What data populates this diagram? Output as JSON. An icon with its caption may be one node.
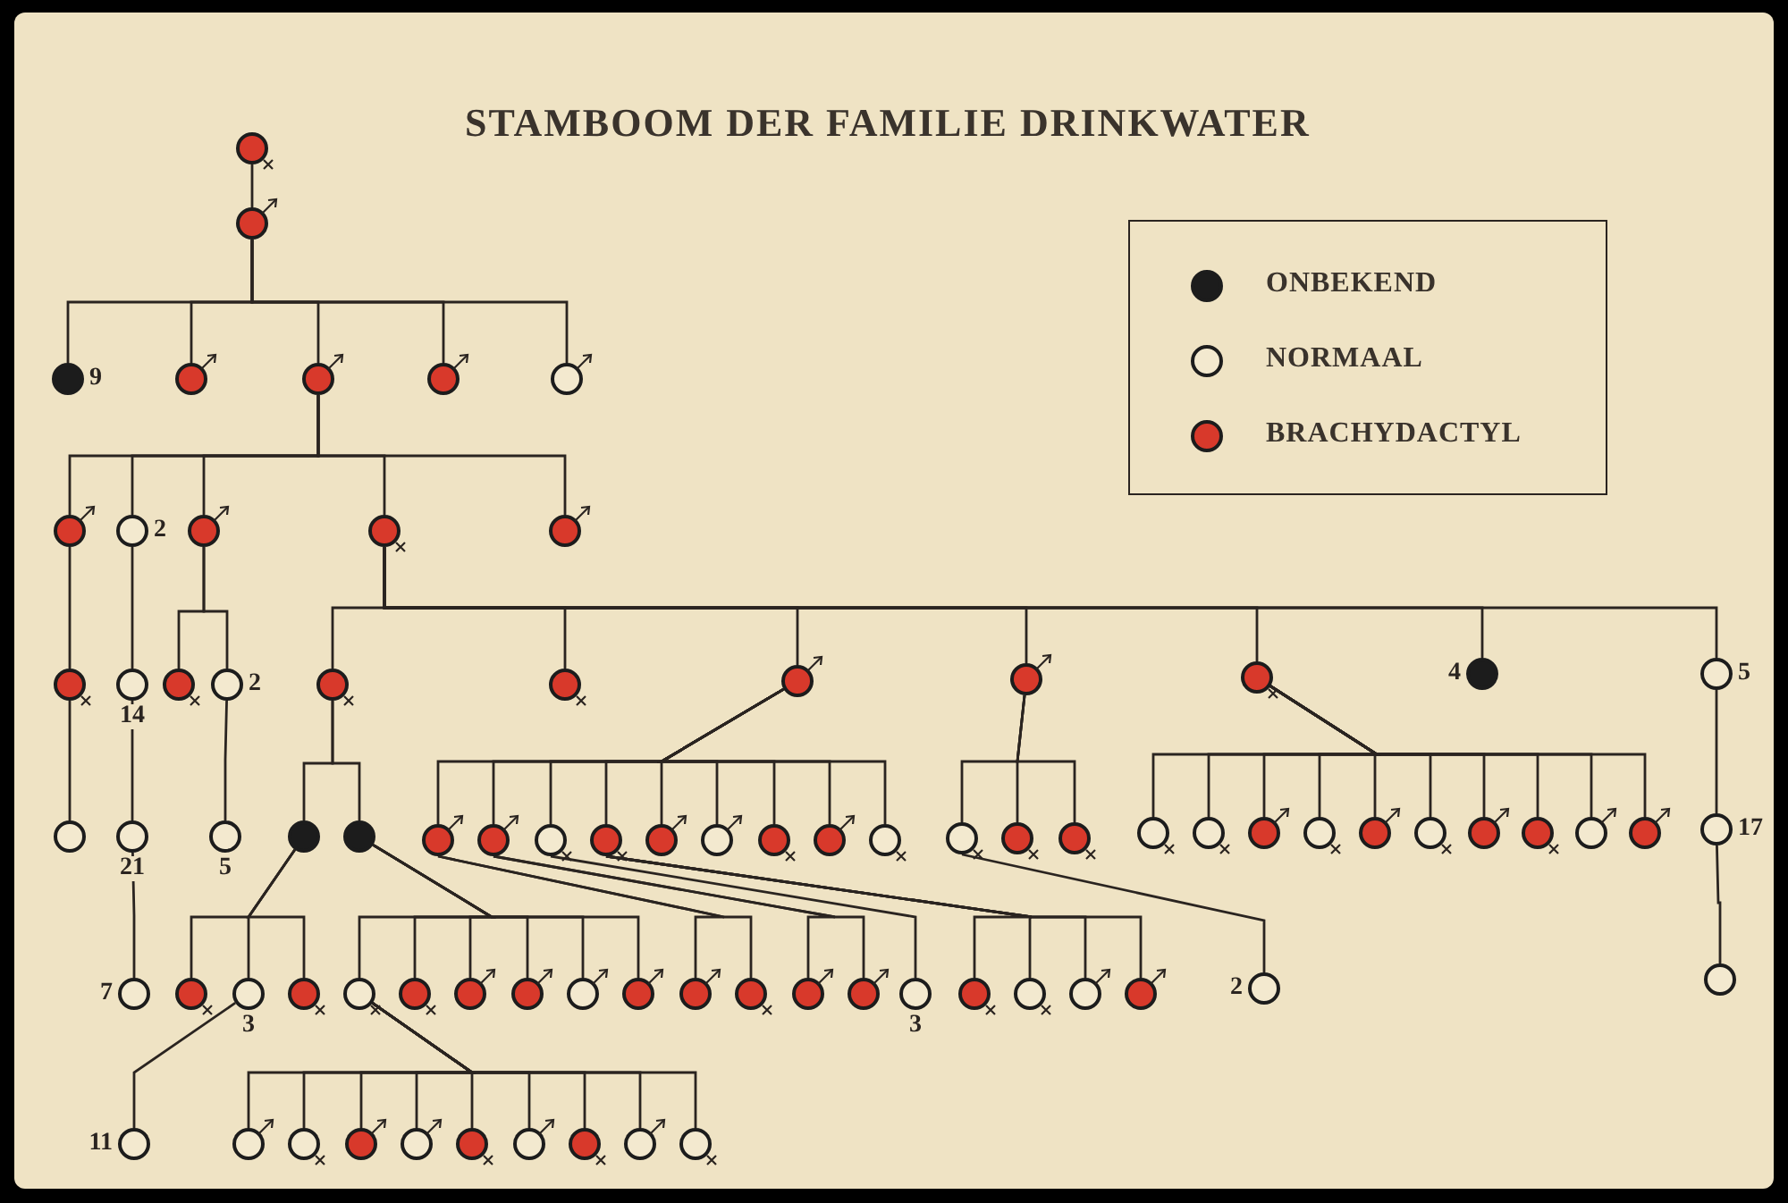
{
  "diagram": {
    "title": "STAMBOOM DER FAMILIE DRINKWATER",
    "nodes": [
      {
        "text": [],
        "shape": "circle"
      },
      {
        "text": [],
        "shape": "circle"
      },
      {
        "text": [],
        "shape": "circle",
        "beside": [
          "9"
        ]
      },
      {
        "text": [],
        "shape": "circle"
      },
      {
        "text": [],
        "shape": "circle"
      },
      {
        "text": [],
        "shape": "circle"
      },
      {
        "text": [],
        "shape": "circle"
      },
      {
        "text": [],
        "shape": "circle"
      },
      {
        "text": [],
        "shape": "circle",
        "beside": [
          "2"
        ]
      },
      {
        "text": [],
        "shape": "circle"
      },
      {
        "text": [],
        "shape": "circle"
      },
      {
        "text": [],
        "shape": "circle"
      },
      {
        "text": [],
        "shape": "circle"
      },
      {
        "text": [],
        "shape": "circle",
        "beside": [
          "14"
        ]
      },
      {
        "text": [],
        "shape": "circle"
      },
      {
        "text": [],
        "shape": "circle",
        "beside": [
          "2"
        ]
      },
      {
        "text": [],
        "shape": "circle"
      },
      {
        "text": [],
        "shape": "circle"
      },
      {
        "text": [],
        "shape": "circle"
      },
      {
        "text": [],
        "shape": "circle"
      },
      {
        "text": [],
        "shape": "circle"
      },
      {
        "text": [],
        "shape": "circle",
        "beside": [
          "4"
        ]
      },
      {
        "text": [],
        "shape": "circle",
        "beside": [
          "5"
        ]
      },
      {
        "text": [],
        "shape": "circle"
      },
      {
        "text": [],
        "shape": "circle",
        "beside": [
          "21"
        ]
      },
      {
        "text": [],
        "shape": "circle",
        "beside": [
          "5"
        ]
      },
      {
        "text": [],
        "shape": "circle"
      },
      {
        "text": [],
        "shape": "circle"
      },
      {
        "text": [],
        "shape": "circle"
      },
      {
        "text": [],
        "shape": "circle"
      },
      {
        "text": [],
        "shape": "circle"
      },
      {
        "text": [],
        "shape": "circle"
      },
      {
        "text": [],
        "shape": "circle"
      },
      {
        "text": [],
        "shape": "circle"
      },
      {
        "text": [],
        "shape": "circle"
      },
      {
        "text": [],
        "shape": "circle"
      },
      {
        "text": [],
        "shape": "circle"
      },
      {
        "text": [],
        "shape": "circle"
      },
      {
        "text": [],
        "shape": "circle"
      },
      {
        "text": [],
        "shape": "circle"
      },
      {
        "text": [],
        "shape": "circle"
      },
      {
        "text": [],
        "shape": "circle"
      },
      {
        "text": [],
        "shape": "circle"
      },
      {
        "text": [],
        "shape": "circle"
      },
      {
        "text": [],
        "shape": "circle"
      },
      {
        "text": [],
        "shape": "circle"
      },
      {
        "text": [],
        "shape": "circle"
      },
      {
        "text": [],
        "shape": "circle"
      },
      {
        "text": [],
        "shape": "circle"
      },
      {
        "text": [],
        "shape": "circle"
      },
      {
        "text": [],
        "shape": "circle",
        "beside": [
          "17"
        ]
      },
      {
        "text": [],
        "shape": "circle"
      },
      {
        "text": [],
        "shape": "circle",
        "beside": [
          "7"
        ]
      },
      {
        "text": [],
        "shape": "circle"
      },
      {
        "text": [],
        "shape": "circle",
        "beside": [
          "3"
        ]
      },
      {
        "text": [],
        "shape": "circle"
      },
      {
        "text": [],
        "shape": "circle"
      },
      {
        "text": [],
        "shape": "circle"
      },
      {
        "text": [],
        "shape": "circle"
      },
      {
        "text": [],
        "shape": "circle"
      },
      {
        "text": [],
        "shape": "circle"
      },
      {
        "text": [],
        "shape": "circle"
      },
      {
        "text": [],
        "shape": "circle"
      },
      {
        "text": [],
        "shape": "circle"
      },
      {
        "text": [],
        "shape": "circle"
      },
      {
        "text": [],
        "shape": "circle"
      },
      {
        "text": [],
        "shape": "circle",
        "beside": [
          "3"
        ]
      },
      {
        "text": [],
        "shape": "circle"
      },
      {
        "text": [],
        "shape": "circle"
      },
      {
        "text": [],
        "shape": "circle"
      },
      {
        "text": [],
        "shape": "circle"
      },
      {
        "text": [],
        "shape": "circle",
        "beside": [
          "2"
        ]
      },
      {
        "text": [],
        "shape": "circle",
        "beside": [
          "11"
        ]
      },
      {
        "text": [],
        "shape": "circle"
      },
      {
        "text": [],
        "shape": "circle"
      },
      {
        "text": [],
        "shape": "circle"
      },
      {
        "text": [],
        "shape": "circle"
      },
      {
        "text": [],
        "shape": "circle"
      },
      {
        "text": [],
        "shape": "circle"
      },
      {
        "text": [],
        "shape": "circle"
      },
      {
        "text": [],
        "shape": "circle"
      },
      {
        "text": [],
        "shape": "circle"
      }
    ],
    "edges": [
      {
        "from": 0,
        "to": 1,
        "arrow": "none"
      },
      {
        "from": 1,
        "to": 2,
        "arrow": "none"
      },
      {
        "from": 1,
        "to": 3,
        "arrow": "none"
      },
      {
        "from": 1,
        "to": 4,
        "arrow": "none"
      },
      {
        "from": 1,
        "to": 5,
        "arrow": "none"
      },
      {
        "from": 1,
        "to": 6,
        "arrow": "none"
      },
      {
        "from": 4,
        "to": 7,
        "arrow": "none"
      },
      {
        "from": 4,
        "to": 8,
        "arrow": "none"
      },
      {
        "from": 4,
        "to": 9,
        "arrow": "none"
      },
      {
        "from": 4,
        "to": 10,
        "arrow": "none"
      },
      {
        "from": 4,
        "to": 11,
        "arrow": "none"
      },
      {
        "from": 7,
        "to": 12,
        "arrow": "none"
      },
      {
        "from": 8,
        "to": 13,
        "arrow": "none"
      },
      {
        "from": 9,
        "to": 14,
        "arrow": "none"
      },
      {
        "from": 9,
        "to": 15,
        "arrow": "none"
      },
      {
        "from": 10,
        "to": 16,
        "arrow": "none"
      },
      {
        "from": 10,
        "to": 17,
        "arrow": "none"
      },
      {
        "from": 10,
        "to": 18,
        "arrow": "none"
      },
      {
        "from": 10,
        "to": 19,
        "arrow": "none"
      },
      {
        "from": 10,
        "to": 20,
        "arrow": "none"
      },
      {
        "from": 10,
        "to": 21,
        "arrow": "none"
      },
      {
        "from": 10,
        "to": 22,
        "arrow": "none"
      },
      {
        "from": 12,
        "to": 23,
        "arrow": "none"
      },
      {
        "from": 13,
        "to": 24,
        "arrow": "none"
      },
      {
        "from": 15,
        "to": 25,
        "arrow": "none"
      },
      {
        "from": 16,
        "to": 26,
        "arrow": "none"
      },
      {
        "from": 16,
        "to": 27,
        "arrow": "none"
      },
      {
        "from": 18,
        "to": 28,
        "arrow": "none"
      },
      {
        "from": 18,
        "to": 29,
        "arrow": "none"
      },
      {
        "from": 18,
        "to": 30,
        "arrow": "none"
      },
      {
        "from": 18,
        "to": 31,
        "arrow": "none"
      },
      {
        "from": 18,
        "to": 32,
        "arrow": "none"
      },
      {
        "from": 18,
        "to": 33,
        "arrow": "none"
      },
      {
        "from": 18,
        "to": 34,
        "arrow": "none"
      },
      {
        "from": 18,
        "to": 35,
        "arrow": "none"
      },
      {
        "from": 18,
        "to": 36,
        "arrow": "none"
      },
      {
        "from": 19,
        "to": 37,
        "arrow": "none"
      },
      {
        "from": 19,
        "to": 38,
        "arrow": "none"
      },
      {
        "from": 19,
        "to": 39,
        "arrow": "none"
      },
      {
        "from": 20,
        "to": 40,
        "arrow": "none"
      },
      {
        "from": 20,
        "to": 41,
        "arrow": "none"
      },
      {
        "from": 20,
        "to": 42,
        "arrow": "none"
      },
      {
        "from": 20,
        "to": 43,
        "arrow": "none"
      },
      {
        "from": 20,
        "to": 44,
        "arrow": "none"
      },
      {
        "from": 20,
        "to": 45,
        "arrow": "none"
      },
      {
        "from": 20,
        "to": 46,
        "arrow": "none"
      },
      {
        "from": 20,
        "to": 47,
        "arrow": "none"
      },
      {
        "from": 20,
        "to": 48,
        "arrow": "none"
      },
      {
        "from": 20,
        "to": 49,
        "arrow": "none"
      },
      {
        "from": 22,
        "to": 50,
        "arrow": "none"
      },
      {
        "from": 50,
        "to": 51,
        "arrow": "none"
      },
      {
        "from": 24,
        "to": 52,
        "arrow": "none"
      },
      {
        "from": 26,
        "to": 53,
        "arrow": "none"
      },
      {
        "from": 26,
        "to": 54,
        "arrow": "none"
      },
      {
        "from": 26,
        "to": 55,
        "arrow": "none"
      },
      {
        "from": 27,
        "to": 56,
        "arrow": "none"
      },
      {
        "from": 27,
        "to": 57,
        "arrow": "none"
      },
      {
        "from": 27,
        "to": 58,
        "arrow": "none"
      },
      {
        "from": 27,
        "to": 59,
        "arrow": "none"
      },
      {
        "from": 27,
        "to": 60,
        "arrow": "none"
      },
      {
        "from": 27,
        "to": 61,
        "arrow": "none"
      },
      {
        "from": 28,
        "to": 62,
        "arrow": "none"
      },
      {
        "from": 28,
        "to": 63,
        "arrow": "none"
      },
      {
        "from": 29,
        "to": 64,
        "arrow": "none"
      },
      {
        "from": 29,
        "to": 65,
        "arrow": "none"
      },
      {
        "from": 30,
        "to": 66,
        "arrow": "none"
      },
      {
        "from": 31,
        "to": 67,
        "arrow": "none"
      },
      {
        "from": 31,
        "to": 68,
        "arrow": "none"
      },
      {
        "from": 31,
        "to": 69,
        "arrow": "none"
      },
      {
        "from": 31,
        "to": 70,
        "arrow": "none"
      },
      {
        "from": 37,
        "to": 71,
        "arrow": "none"
      },
      {
        "from": 54,
        "to": 72,
        "arrow": "none"
      },
      {
        "from": 56,
        "to": 73,
        "arrow": "none"
      },
      {
        "from": 56,
        "to": 74,
        "arrow": "none"
      },
      {
        "from": 56,
        "to": 75,
        "arrow": "none"
      },
      {
        "from": 56,
        "to": 76,
        "arrow": "none"
      },
      {
        "from": 56,
        "to": 77,
        "arrow": "none"
      },
      {
        "from": 56,
        "to": 78,
        "arrow": "none"
      },
      {
        "from": 56,
        "to": 79,
        "arrow": "none"
      },
      {
        "from": 56,
        "to": 80,
        "arrow": "none"
      },
      {
        "from": 56,
        "to": 81,
        "arrow": "none"
      }
    ],
    "legend": [
      {
        "text": "ONBEKEND",
        "color": "#1c1c1c"
      },
      {
        "text": "NORMAAL",
        "color": "#f3e9cf"
      },
      {
        "text": "BRACHYDACTYL",
        "color": "#d8392b"
      }
    ]
  }
}
